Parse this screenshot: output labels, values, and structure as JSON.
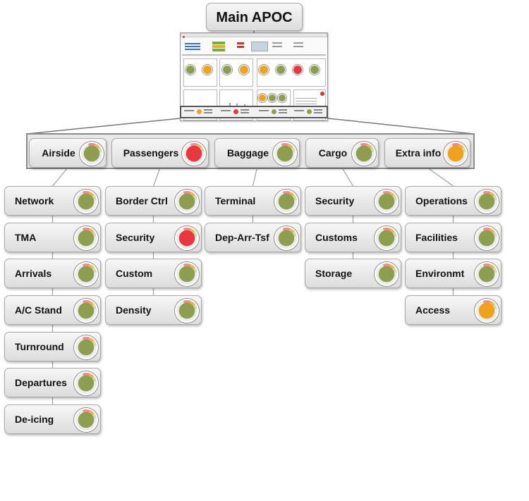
{
  "title": "Main APOC",
  "categories": [
    {
      "id": "airside",
      "label": "Airside",
      "status": "green",
      "value": "",
      "items": [
        {
          "label": "Network",
          "status": "green",
          "value": ""
        },
        {
          "label": "TMA",
          "status": "green",
          "value": ""
        },
        {
          "label": "Arrivals",
          "status": "green",
          "value": ""
        },
        {
          "label": "A/C Stand",
          "status": "green",
          "value": ""
        },
        {
          "label": "Turnround",
          "status": "green",
          "value": ""
        },
        {
          "label": "Departures",
          "status": "green",
          "value": ""
        },
        {
          "label": "De-icing",
          "status": "green",
          "value": ""
        }
      ]
    },
    {
      "id": "passengers",
      "label": "Passengers",
      "status": "red",
      "value": "",
      "items": [
        {
          "label": "Border Ctrl",
          "status": "green",
          "value": ""
        },
        {
          "label": "Security",
          "status": "red",
          "value": ""
        },
        {
          "label": "Custom",
          "status": "green",
          "value": ""
        },
        {
          "label": "Density",
          "status": "green",
          "value": ""
        }
      ]
    },
    {
      "id": "baggage",
      "label": "Baggage",
      "status": "green",
      "value": "",
      "items": [
        {
          "label": "Terminal",
          "status": "green",
          "value": ""
        },
        {
          "label": "Dep-Arr-Tsf",
          "status": "green",
          "value": ""
        }
      ]
    },
    {
      "id": "cargo",
      "label": "Cargo",
      "status": "green",
      "value": "",
      "items": [
        {
          "label": "Security",
          "status": "green",
          "value": ""
        },
        {
          "label": "Customs",
          "status": "green",
          "value": ""
        },
        {
          "label": "Storage",
          "status": "green",
          "value": ""
        }
      ]
    },
    {
      "id": "extra",
      "label": "Extra info",
      "status": "orange",
      "value": "",
      "items": [
        {
          "label": "Operations",
          "status": "green",
          "value": ""
        },
        {
          "label": "Facilities",
          "status": "green",
          "value": ""
        },
        {
          "label": "Environmt",
          "status": "green",
          "value": ""
        },
        {
          "label": "Access",
          "status": "orange",
          "value": ""
        }
      ]
    }
  ],
  "colors": {
    "green": "#8d9f4e",
    "red": "#e8383d",
    "orange": "#f0a21d",
    "arc_red": "#f08c8c",
    "arc_orange": "#f4b25a",
    "arc_green": "#cde0a0"
  }
}
